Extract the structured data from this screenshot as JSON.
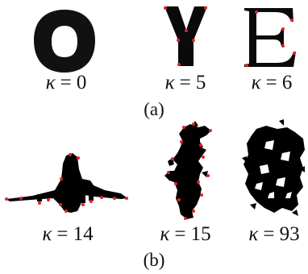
{
  "row_a": {
    "items": [
      {
        "symbol": "κ",
        "equals": "= 0"
      },
      {
        "symbol": "κ",
        "equals": "= 5"
      },
      {
        "symbol": "κ",
        "equals": "= 6"
      }
    ],
    "caption": "(a)"
  },
  "row_b": {
    "items": [
      {
        "symbol": "κ",
        "equals": "= 14"
      },
      {
        "symbol": "κ",
        "equals": "= 15"
      },
      {
        "symbol": "κ",
        "equals": "= 93"
      }
    ],
    "caption": "(b)"
  },
  "colors": {
    "shape": "#000000",
    "marker": "#e8202a",
    "background": "#ffffff"
  }
}
